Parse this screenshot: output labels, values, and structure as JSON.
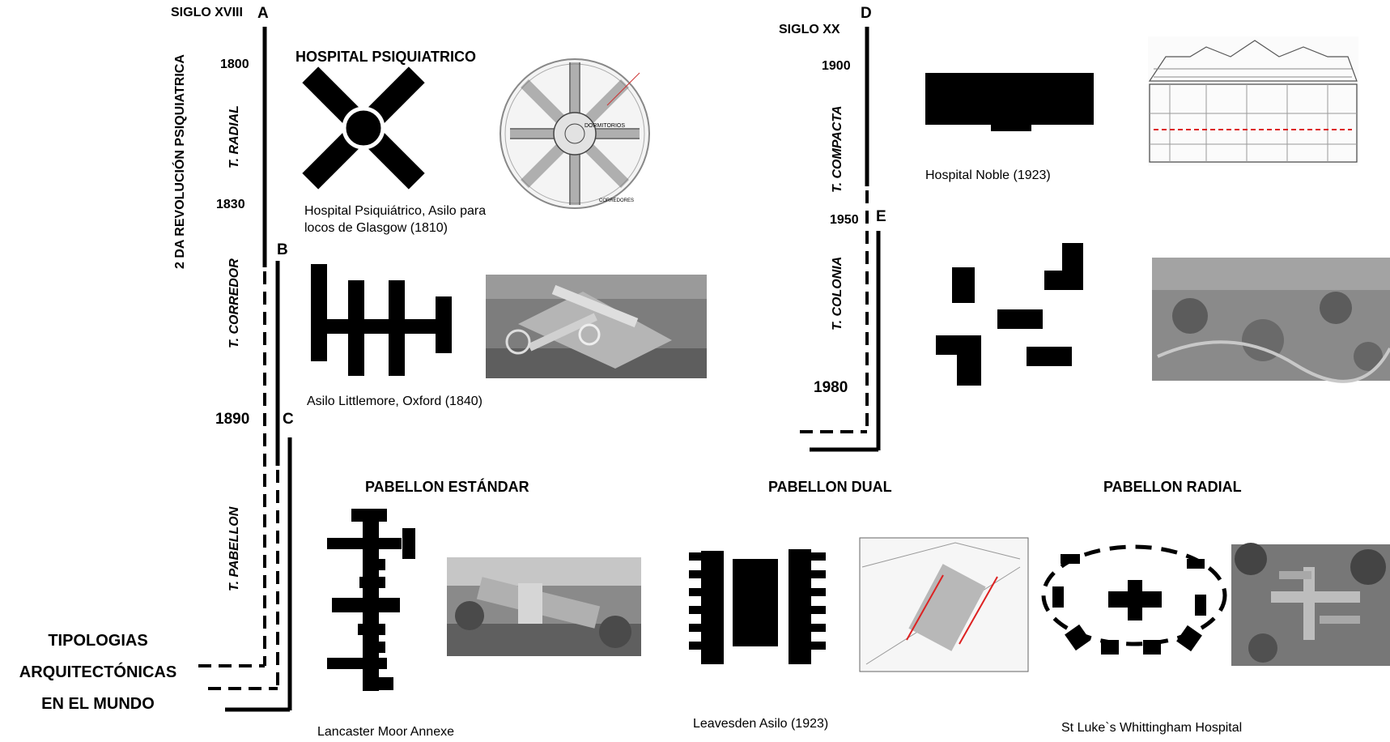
{
  "timeline": {
    "century_18": "SIGLO XVIII",
    "century_20": "SIGLO XX",
    "letter_a": "A",
    "letter_b": "B",
    "letter_c": "C",
    "letter_d": "D",
    "letter_e": "E",
    "year_1800": "1800",
    "year_1830": "1830",
    "year_1890": "1890",
    "year_1900": "1900",
    "year_1950": "1950",
    "year_1980": "1980",
    "revolution_label": "2 DA REVOLUCIÓN PSIQUIATRICA",
    "type_radial": "T. RADIAL",
    "type_corredor": "T. CORREDOR",
    "type_pabellon": "T. PABELLON",
    "type_compacta": "T. COMPACTA",
    "type_colonia": "T. COLONIA"
  },
  "title_block": {
    "line1": "TIPOLOGIAS",
    "line2": "ARQUITECTÓNICAS",
    "line3": "EN EL MUNDO"
  },
  "sections": {
    "hospital_psiquiatrico": "HOSPITAL PSIQUIATRICO",
    "pabellon_estandar": "PABELLON ESTÁNDAR",
    "pabellon_dual": "PABELLON DUAL",
    "pabellon_radial": "PABELLON RADIAL"
  },
  "captions": {
    "glasgow_line1": "Hospital Psiquiátrico, Asilo para",
    "glasgow_line2": "locos de Glasgow (1810)",
    "littlemore": "Asilo Littlemore, Oxford (1840)",
    "noble": "Hospital Noble (1923)",
    "lancaster": "Lancaster Moor Annexe",
    "leavesden": "Leavesden Asilo (1923)",
    "whittingham": "St Luke`s Whittingham Hospital"
  },
  "drawing_labels": {
    "dormitorios": "DORMITORIOS",
    "corredores": "CORREDORES"
  }
}
